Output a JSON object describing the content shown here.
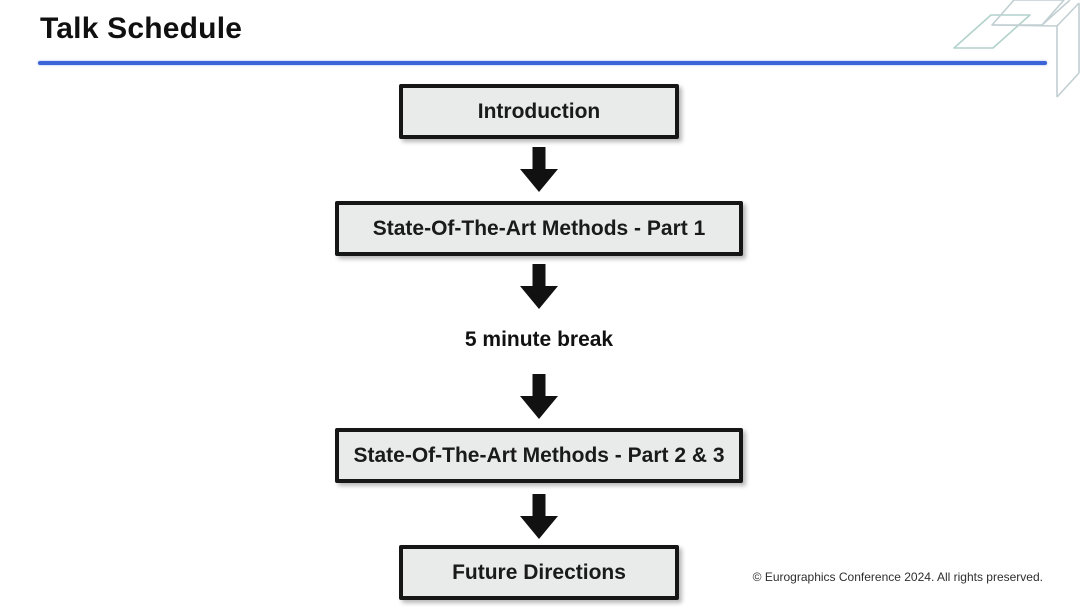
{
  "header": {
    "title": "Talk Schedule"
  },
  "flow": {
    "steps": [
      {
        "type": "box",
        "label": "Introduction"
      },
      {
        "type": "arrow",
        "icon": "down-arrow-icon"
      },
      {
        "type": "box",
        "label": "State-Of-The-Art Methods - Part 1"
      },
      {
        "type": "arrow",
        "icon": "down-arrow-icon"
      },
      {
        "type": "text",
        "label": "5 minute break"
      },
      {
        "type": "arrow",
        "icon": "down-arrow-icon"
      },
      {
        "type": "box",
        "label": "State-Of-The-Art Methods - Part 2 & 3"
      },
      {
        "type": "arrow",
        "icon": "down-arrow-icon"
      },
      {
        "type": "box",
        "label": "Future Directions"
      }
    ]
  },
  "footer": {
    "copyright": "© Eurographics Conference 2024. All rights preserved."
  },
  "colors": {
    "accent_rule": "#3d63d8",
    "box_fill": "#e9ebea",
    "box_border": "#161616",
    "arrow": "#111111",
    "deco_wireframe_teal": "#b2d2cc",
    "deco_wireframe_gray": "#c2cfd2"
  }
}
